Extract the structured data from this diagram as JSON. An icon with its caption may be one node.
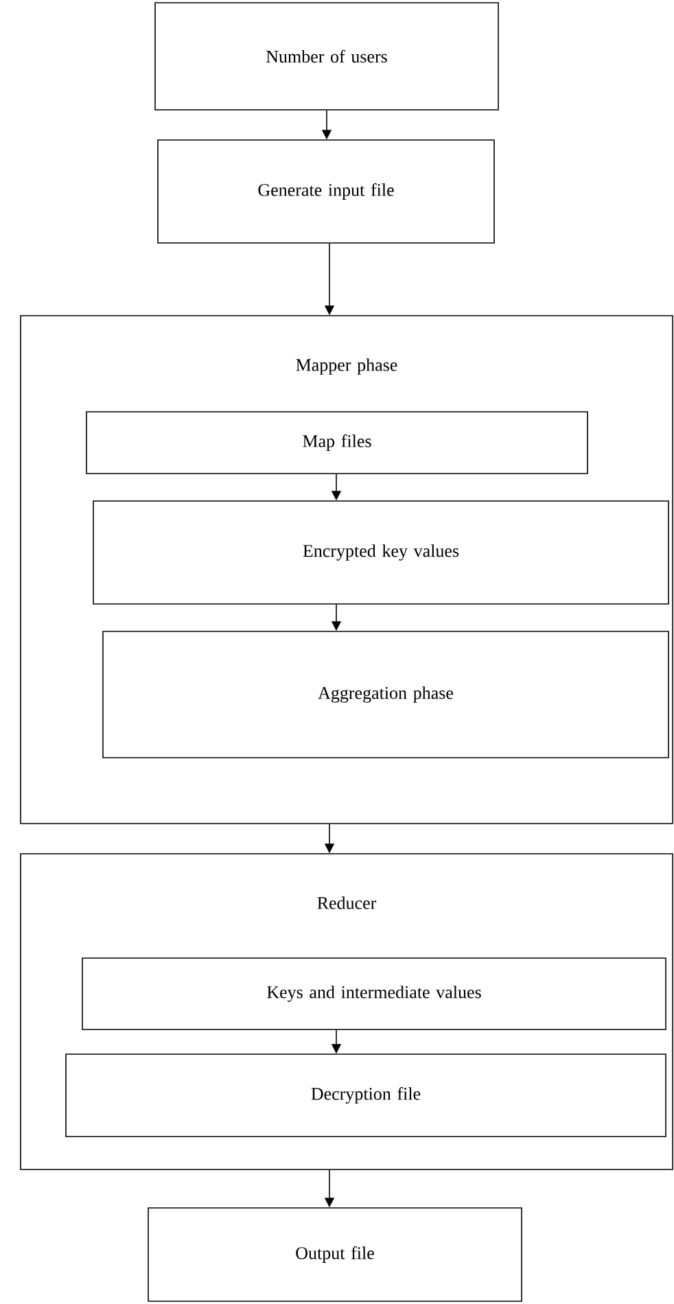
{
  "diagram": {
    "nodes": [
      {
        "text": [
          "Number of users"
        ]
      },
      {
        "text": [
          "Generate input file"
        ]
      },
      {
        "text": [
          "Mapper phase"
        ]
      },
      {
        "text": [
          "Map files"
        ],
        "in": 2
      },
      {
        "text": [
          "Encrypted key values"
        ],
        "in": 2
      },
      {
        "text": [
          "Aggregation phase"
        ],
        "in": 2
      },
      {
        "text": [
          "Reducer"
        ]
      },
      {
        "text": [
          "Keys and intermediate  values"
        ],
        "in": 6
      },
      {
        "text": [
          "Decryption file"
        ],
        "in": 6
      },
      {
        "text": [
          "Output file"
        ]
      }
    ],
    "edges": [
      {
        "from": 0,
        "to": 1,
        "arrow": "to"
      },
      {
        "from": 1,
        "to": 2,
        "arrow": "to"
      },
      {
        "from": 3,
        "to": 4,
        "arrow": "to"
      },
      {
        "from": 4,
        "to": 5,
        "arrow": "to"
      },
      {
        "from": 2,
        "to": 6,
        "arrow": "to"
      },
      {
        "from": 7,
        "to": 8,
        "arrow": "to"
      },
      {
        "from": 6,
        "to": 9,
        "arrow": "to"
      }
    ]
  }
}
